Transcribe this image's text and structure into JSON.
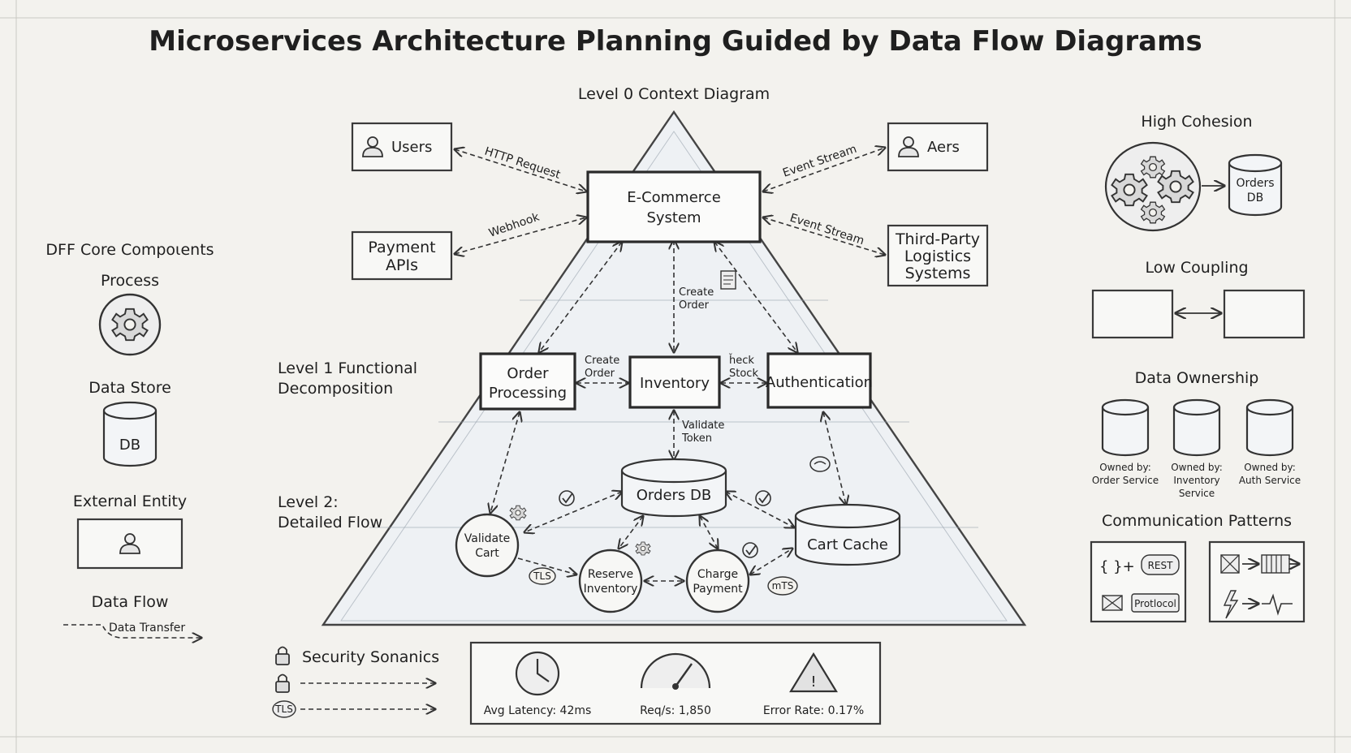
{
  "title": "Microservices Architecture Planning Guided by Data Flow Diagrams",
  "levels": {
    "level0": "Level 0 Context Diagram",
    "level1": [
      "Level 1 Functional",
      "Decomposition"
    ],
    "level2": [
      "Level 2:",
      "Detailed Flow"
    ]
  },
  "nodes": {
    "system": [
      "E-Commerce",
      "System"
    ],
    "users": "Users",
    "aers": "Aers",
    "payment": [
      "Payment",
      "APIs"
    ],
    "logistics": [
      "Third-Party",
      "Logistics",
      "Systems"
    ],
    "order_processing": [
      "Order",
      "Processing"
    ],
    "inventory": "Inventory",
    "authentication": "Authentication",
    "orders_db": "Orders DB",
    "cart_cache": "Cart Cache",
    "validate_cart": [
      "Validate",
      "Cart"
    ],
    "reserve_inventory": [
      "Reserve",
      "Inventory"
    ],
    "charge_payment": [
      "Charge",
      "Payment"
    ]
  },
  "edge_labels": {
    "http_request": "HTTP Request",
    "event_stream_1": "Event Stream",
    "webhook": "Webhook",
    "event_stream_2": "Event Stream",
    "create_order_1": [
      "Create",
      "Order"
    ],
    "create_order_2": [
      "Create",
      "Order"
    ],
    "check_stock": [
      "ȟeck",
      "Stock"
    ],
    "validate_token": [
      "Validate",
      "Token"
    ],
    "tls_1": "TLS",
    "mtls": "mTS"
  },
  "legend": {
    "heading": "DFF Core Compoɩents",
    "process": "Process",
    "data_store": "Data Store",
    "db_label": "DB",
    "external_entity": "External Entity",
    "data_flow": "Data Flow",
    "data_transfer": "Data Transfer"
  },
  "principles": {
    "high_cohesion": "High Cohesion",
    "orders_db": [
      "Orders",
      "DB"
    ],
    "low_coupling": "Low Coupling",
    "data_ownership": "Data Ownership",
    "owners": [
      [
        "Owned by:",
        "Order Service"
      ],
      [
        "Owned by:",
        "Inventory",
        "Service"
      ],
      [
        "Owned by:",
        "Auth Service"
      ]
    ],
    "communication_patterns": "Communication Patterns",
    "rest": "REST",
    "protocol": "Protlocol"
  },
  "security": {
    "heading": "Security Sonanics",
    "tls": "TLS"
  },
  "metrics": {
    "latency": "Avg Latency: 42ms",
    "rps": "Req/s: 1,850",
    "errors": "Error Rate: 0.17%"
  }
}
